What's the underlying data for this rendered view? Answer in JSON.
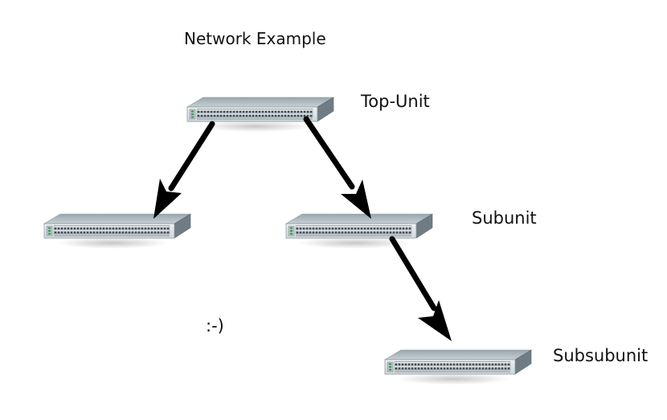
{
  "title": "Network Example",
  "labels": {
    "top_unit": "Top-Unit",
    "subunit": "Subunit",
    "subsubunit": "Subsubunit",
    "smiley": ":-)"
  },
  "devices": [
    {
      "id": "top",
      "icon": "network-switch-icon"
    },
    {
      "id": "left",
      "icon": "network-switch-icon"
    },
    {
      "id": "sub",
      "icon": "network-switch-icon"
    },
    {
      "id": "subsub",
      "icon": "network-switch-icon"
    }
  ],
  "links": [
    {
      "from": "top",
      "to": "left"
    },
    {
      "from": "top",
      "to": "sub"
    },
    {
      "from": "sub",
      "to": "subsub"
    }
  ],
  "colors": {
    "switch_front": "#dde3e6",
    "switch_top": "#b9c3c8",
    "switch_side": "#6f7c84",
    "arrow": "#000000"
  }
}
